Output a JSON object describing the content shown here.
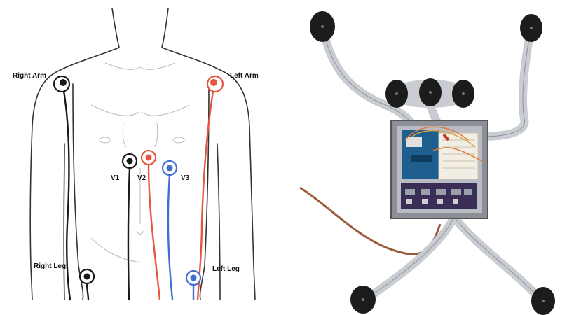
{
  "left_diagram": {
    "labels": {
      "right_arm": "Right Arm",
      "left_arm": "Left Arm",
      "v1": "V1",
      "v2": "V2",
      "v3": "V3",
      "right_leg": "Right Leg",
      "left_leg": "Left Leg"
    },
    "colors": {
      "body_outline": "#333333",
      "lead_black": "#1a1a1a",
      "lead_red": "#e8553e",
      "lead_blue": "#3f6fd1"
    }
  },
  "right_diagram": {
    "colors": {
      "electrode": "#1c1c1c",
      "strap": "#c9cdd2",
      "enclosure": "#8c8f96",
      "board_blue": "#1f5f8f",
      "breadboard": "#f2eee4",
      "cable_brown": "#9c5a3a"
    }
  }
}
